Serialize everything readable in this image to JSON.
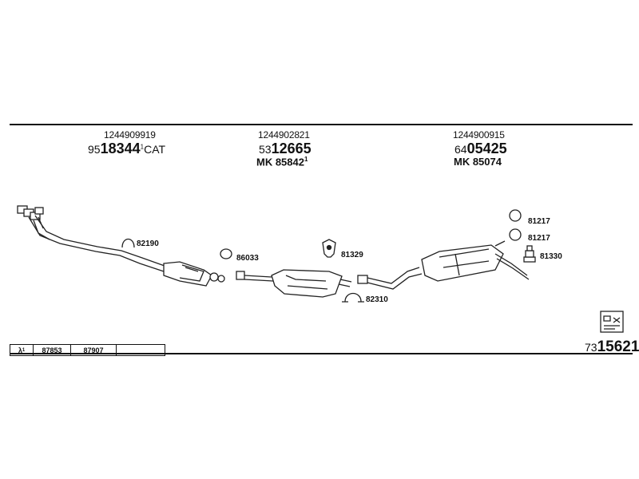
{
  "top_left": {
    "oe": "1244909919",
    "prefix": "95",
    "num": "18344",
    "suffix": "CAT",
    "sup": "1"
  },
  "top_mid": {
    "oe": "1244902821",
    "prefix": "53",
    "num": "12665",
    "mk": "MK 85842",
    "sup": "1"
  },
  "top_right": {
    "oe": "1244900915",
    "prefix": "64",
    "num": "05425",
    "mk": "MK 85074"
  },
  "labels": {
    "l82190": "82190",
    "l86033": "86033",
    "l81329": "81329",
    "l82310": "82310",
    "l81217a": "81217",
    "l81217b": "81217",
    "l81330": "81330"
  },
  "table": {
    "lambda": "λ",
    "sup": "1",
    "c1": "87853",
    "c2": "87907",
    "c3": ""
  },
  "kit": {
    "prefix": "73",
    "num": "15621"
  }
}
